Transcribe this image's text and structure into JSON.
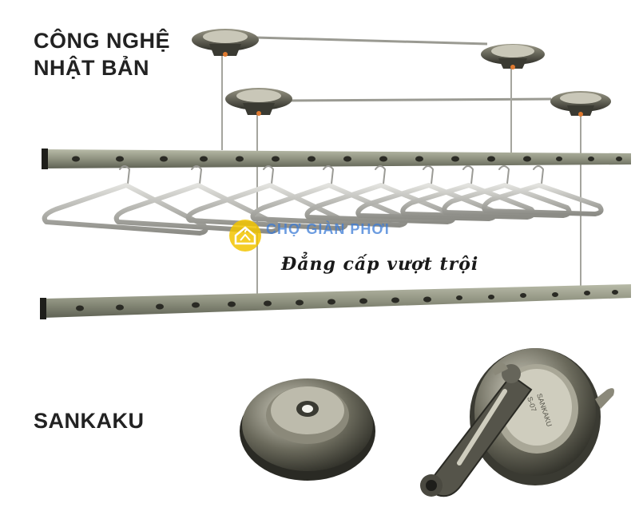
{
  "headline": {
    "line1": "CÔNG NGHỆ",
    "line2": "NHẬT BẢN"
  },
  "slogan": "Đẳng cấp vượt trội",
  "brand": "SANKAKU",
  "watermark": {
    "text": "CHỢ GIÀN PHƠI",
    "icon": "house-hanger-logo"
  },
  "crank_label": {
    "line1": "SANKAKU",
    "line2": "S-07"
  },
  "colors": {
    "rail": "#8f9280",
    "metal": "#5a5a50",
    "text": "#222222",
    "watermark": "#3b7bd6",
    "logo": "#f2c400"
  }
}
